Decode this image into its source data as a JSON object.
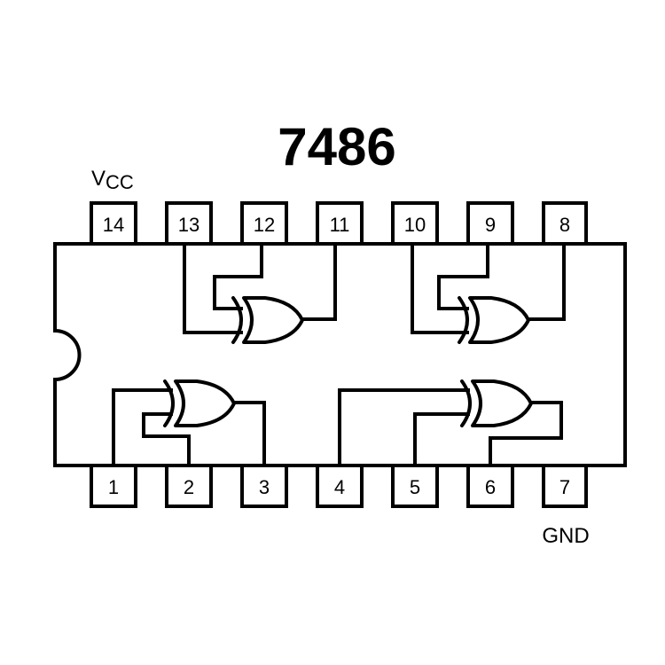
{
  "title": "7486",
  "power_labels": {
    "vcc_main": "V",
    "vcc_sub": "CC",
    "gnd": "GND"
  },
  "pins": {
    "top": [
      "14",
      "13",
      "12",
      "11",
      "10",
      "9",
      "8"
    ],
    "bottom": [
      "1",
      "2",
      "3",
      "4",
      "5",
      "6",
      "7"
    ]
  },
  "gates": [
    {
      "type": "XOR",
      "inputs": [
        "13",
        "12"
      ],
      "output": "11"
    },
    {
      "type": "XOR",
      "inputs": [
        "10",
        "9"
      ],
      "output": "8"
    },
    {
      "type": "XOR",
      "inputs": [
        "1",
        "2"
      ],
      "output": "3"
    },
    {
      "type": "XOR",
      "inputs": [
        "4",
        "5"
      ],
      "output": "6"
    }
  ],
  "colors": {
    "line": "#000000",
    "background": "#ffffff"
  }
}
